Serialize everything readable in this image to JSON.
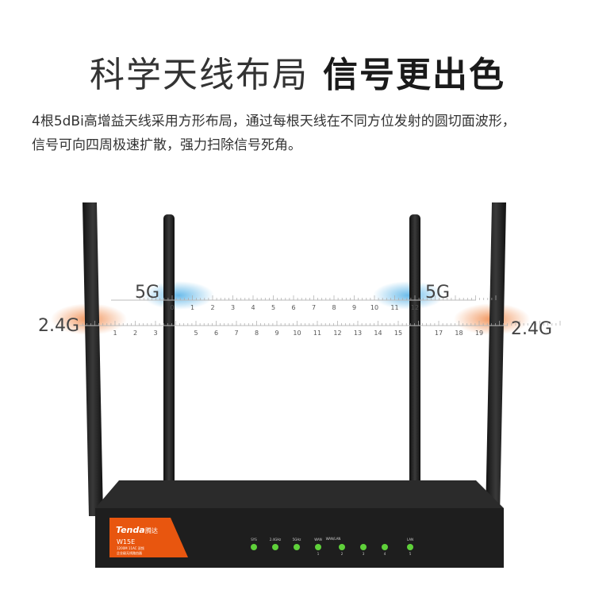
{
  "heading": {
    "light": "科学天线布局",
    "bold": "信号更出色"
  },
  "description": [
    "4根5dBi高增益天线采用方形布局，通过每根天线在不同方位发射的圆切面波形，",
    "信号可向四周极速扩散，强力扫除信号死角。"
  ],
  "signal_labels": {
    "five_g_left": "5G",
    "five_g_right": "5G",
    "two_four_left": "2.4G",
    "two_four_right": "2.4G"
  },
  "ruler_5g_ticks": [
    "0",
    "1",
    "2",
    "3",
    "4",
    "5",
    "6",
    "7",
    "8",
    "9",
    "10",
    "11",
    "12"
  ],
  "ruler_24g_ticks": [
    "1",
    "2",
    "3",
    "",
    "5",
    "6",
    "7",
    "8",
    "9",
    "10",
    "11",
    "12",
    "13",
    "14",
    "15",
    "",
    "17",
    "18",
    "19"
  ],
  "router": {
    "brand": "Tenda",
    "brand_cn": "腾达",
    "model": "W15E",
    "spec": "1200M 11AC 双频",
    "type": "企业级无线路由器",
    "leds": [
      {
        "label": "SYS",
        "num": ""
      },
      {
        "label": "2.4GHz",
        "num": ""
      },
      {
        "label": "5GHz",
        "num": ""
      },
      {
        "label": "WAN",
        "num": "1"
      },
      {
        "label": "",
        "num": "2"
      },
      {
        "label": "",
        "num": "3"
      },
      {
        "label": "",
        "num": "4"
      },
      {
        "label": "LAN",
        "num": "5"
      }
    ],
    "wanlan_label": "WAN/LAN"
  },
  "colors": {
    "orange": "#e8560f",
    "led": "#5fd13a",
    "body": "#1e1e1e",
    "glow_blue": "#5ab4e8",
    "glow_orange": "#f08a4b"
  }
}
